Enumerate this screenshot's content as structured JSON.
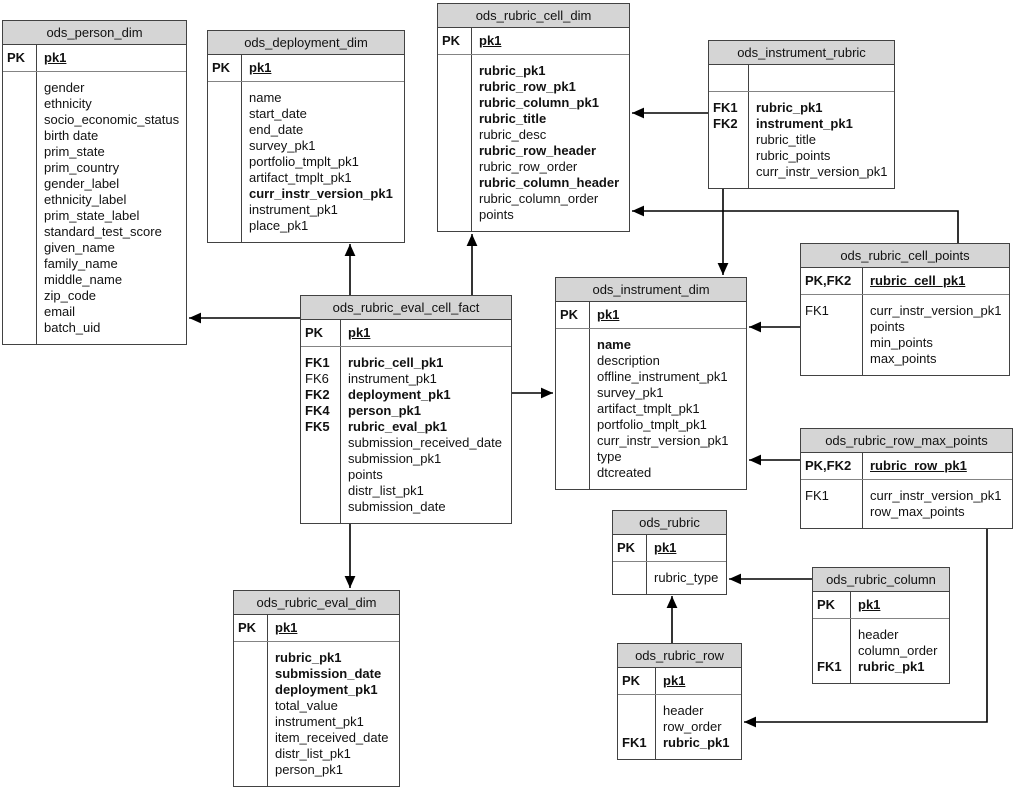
{
  "diagram": {
    "colors": {
      "background": "#ffffff",
      "header_fill": "#d5d5d5",
      "table_border": "#424242",
      "section_divider": "#848484",
      "connector": "#000000"
    },
    "tables": [
      {
        "id": "ods_person_dim",
        "title": "ods_person_dim",
        "pk_rows": [
          {
            "key": "PK",
            "field": "pk1"
          }
        ],
        "attr_rows": [
          {
            "key": "",
            "field": "gender"
          },
          {
            "key": "",
            "field": "ethnicity"
          },
          {
            "key": "",
            "field": "socio_economic_status"
          },
          {
            "key": "",
            "field": "birth date"
          },
          {
            "key": "",
            "field": "prim_state"
          },
          {
            "key": "",
            "field": "prim_country"
          },
          {
            "key": "",
            "field": "gender_label"
          },
          {
            "key": "",
            "field": "ethnicity_label"
          },
          {
            "key": "",
            "field": "prim_state_label"
          },
          {
            "key": "",
            "field": "standard_test_score"
          },
          {
            "key": "",
            "field": "given_name"
          },
          {
            "key": "",
            "field": "family_name"
          },
          {
            "key": "",
            "field": "middle_name"
          },
          {
            "key": "",
            "field": "zip_code"
          },
          {
            "key": "",
            "field": "email"
          },
          {
            "key": "",
            "field": "batch_uid"
          }
        ]
      },
      {
        "id": "ods_deployment_dim",
        "title": "ods_deployment_dim",
        "pk_rows": [
          {
            "key": "PK",
            "field": "pk1"
          }
        ],
        "attr_rows": [
          {
            "key": "",
            "field": "name"
          },
          {
            "key": "",
            "field": "start_date"
          },
          {
            "key": "",
            "field": "end_date"
          },
          {
            "key": "",
            "field": "survey_pk1"
          },
          {
            "key": "",
            "field": "portfolio_tmplt_pk1"
          },
          {
            "key": "",
            "field": "artifact_tmplt_pk1"
          },
          {
            "key": "",
            "field": "curr_instr_version_pk1",
            "bold": true
          },
          {
            "key": "",
            "field": "instrument_pk1"
          },
          {
            "key": "",
            "field": "place_pk1"
          }
        ]
      },
      {
        "id": "ods_rubric_cell_dim",
        "title": "ods_rubric_cell_dim",
        "pk_rows": [
          {
            "key": "PK",
            "field": "pk1"
          }
        ],
        "attr_rows": [
          {
            "key": "",
            "field": "rubric_pk1",
            "bold": true
          },
          {
            "key": "",
            "field": "rubric_row_pk1",
            "bold": true
          },
          {
            "key": "",
            "field": "rubric_column_pk1",
            "bold": true
          },
          {
            "key": "",
            "field": "rubric_title",
            "bold": true
          },
          {
            "key": "",
            "field": "rubric_desc"
          },
          {
            "key": "",
            "field": "rubric_row_header",
            "bold": true
          },
          {
            "key": "",
            "field": "rubric_row_order"
          },
          {
            "key": "",
            "field": "rubric_column_header",
            "bold": true
          },
          {
            "key": "",
            "field": "rubric_column_order"
          },
          {
            "key": "",
            "field": "points"
          }
        ]
      },
      {
        "id": "ods_instrument_rubric",
        "title": "ods_instrument_rubric",
        "pk_rows": [
          {
            "key": "",
            "field": ""
          }
        ],
        "attr_rows": [
          {
            "key": "FK1",
            "field": "rubric_pk1",
            "bold": true
          },
          {
            "key": "FK2",
            "field": "instrument_pk1",
            "bold": true
          },
          {
            "key": "",
            "field": "rubric_title"
          },
          {
            "key": "",
            "field": "rubric_points"
          },
          {
            "key": "",
            "field": "curr_instr_version_pk1"
          }
        ]
      },
      {
        "id": "ods_rubric_cell_points",
        "title": "ods_rubric_cell_points",
        "pk_rows": [
          {
            "key": "PK,FK2",
            "field": "rubric_cell_pk1"
          }
        ],
        "attr_rows": [
          {
            "key": "FK1",
            "field": "curr_instr_version_pk1"
          },
          {
            "key": "",
            "field": "points"
          },
          {
            "key": "",
            "field": "min_points"
          },
          {
            "key": "",
            "field": "max_points"
          }
        ]
      },
      {
        "id": "ods_instrument_dim",
        "title": "ods_instrument_dim",
        "pk_rows": [
          {
            "key": "PK",
            "field": "pk1"
          }
        ],
        "attr_rows": [
          {
            "key": "",
            "field": "name",
            "bold": true
          },
          {
            "key": "",
            "field": "description"
          },
          {
            "key": "",
            "field": "offline_instrument_pk1"
          },
          {
            "key": "",
            "field": "survey_pk1"
          },
          {
            "key": "",
            "field": "artifact_tmplt_pk1"
          },
          {
            "key": "",
            "field": "portfolio_tmplt_pk1"
          },
          {
            "key": "",
            "field": "curr_instr_version_pk1"
          },
          {
            "key": "",
            "field": "type"
          },
          {
            "key": "",
            "field": "dtcreated"
          }
        ]
      },
      {
        "id": "ods_rubric_row_max_points",
        "title": "ods_rubric_row_max_points",
        "pk_rows": [
          {
            "key": "PK,FK2",
            "field": "rubric_row_pk1"
          }
        ],
        "attr_rows": [
          {
            "key": "FK1",
            "field": "curr_instr_version_pk1"
          },
          {
            "key": "",
            "field": "row_max_points"
          }
        ]
      },
      {
        "id": "ods_rubric_eval_cell_fact",
        "title": "ods_rubric_eval_cell_fact",
        "pk_rows": [
          {
            "key": "PK",
            "field": "pk1"
          }
        ],
        "attr_rows": [
          {
            "key": "FK1",
            "field": "rubric_cell_pk1",
            "bold": true
          },
          {
            "key": "FK6",
            "field": "instrument_pk1"
          },
          {
            "key": "FK2",
            "field": "deployment_pk1",
            "bold": true
          },
          {
            "key": "FK4",
            "field": "person_pk1",
            "bold": true
          },
          {
            "key": "FK5",
            "field": "rubric_eval_pk1",
            "bold": true
          },
          {
            "key": "",
            "field": "submission_received_date"
          },
          {
            "key": "",
            "field": "submission_pk1"
          },
          {
            "key": "",
            "field": "points"
          },
          {
            "key": "",
            "field": "distr_list_pk1"
          },
          {
            "key": "",
            "field": "submission_date"
          }
        ]
      },
      {
        "id": "ods_rubric",
        "title": "ods_rubric",
        "pk_rows": [
          {
            "key": "PK",
            "field": "pk1"
          }
        ],
        "attr_rows": [
          {
            "key": "",
            "field": "rubric_type"
          }
        ]
      },
      {
        "id": "ods_rubric_column",
        "title": "ods_rubric_column",
        "pk_rows": [
          {
            "key": "PK",
            "field": "pk1"
          }
        ],
        "attr_rows": [
          {
            "key": "",
            "field": "header"
          },
          {
            "key": "",
            "field": "column_order"
          },
          {
            "key": "FK1",
            "field": "rubric_pk1",
            "bold": true
          }
        ]
      },
      {
        "id": "ods_rubric_row",
        "title": "ods_rubric_row",
        "pk_rows": [
          {
            "key": "PK",
            "field": "pk1"
          }
        ],
        "attr_rows": [
          {
            "key": "",
            "field": "header"
          },
          {
            "key": "",
            "field": "row_order"
          },
          {
            "key": "FK1",
            "field": "rubric_pk1",
            "bold": true
          }
        ]
      },
      {
        "id": "ods_rubric_eval_dim",
        "title": "ods_rubric_eval_dim",
        "pk_rows": [
          {
            "key": "PK",
            "field": "pk1"
          }
        ],
        "attr_rows": [
          {
            "key": "",
            "field": "rubric_pk1",
            "bold": true
          },
          {
            "key": "",
            "field": "submission_date",
            "bold": true
          },
          {
            "key": "",
            "field": "deployment_pk1",
            "bold": true
          },
          {
            "key": "",
            "field": "total_value"
          },
          {
            "key": "",
            "field": "instrument_pk1"
          },
          {
            "key": "",
            "field": "item_received_date"
          },
          {
            "key": "",
            "field": "distr_list_pk1"
          },
          {
            "key": "",
            "field": "person_pk1"
          }
        ]
      }
    ],
    "relations": [
      {
        "from": "ods_rubric_eval_cell_fact",
        "to": "ods_person_dim"
      },
      {
        "from": "ods_rubric_eval_cell_fact",
        "to": "ods_deployment_dim"
      },
      {
        "from": "ods_rubric_eval_cell_fact",
        "to": "ods_rubric_cell_dim"
      },
      {
        "from": "ods_rubric_eval_cell_fact",
        "to": "ods_instrument_dim"
      },
      {
        "from": "ods_rubric_eval_cell_fact",
        "to": "ods_rubric_eval_dim"
      },
      {
        "from": "ods_instrument_rubric",
        "to": "ods_rubric_cell_dim"
      },
      {
        "from": "ods_instrument_rubric",
        "to": "ods_instrument_dim"
      },
      {
        "from": "ods_rubric_cell_points",
        "to": "ods_rubric_cell_dim"
      },
      {
        "from": "ods_rubric_cell_points",
        "to": "ods_instrument_dim"
      },
      {
        "from": "ods_rubric_row_max_points",
        "to": "ods_instrument_dim"
      },
      {
        "from": "ods_rubric_row_max_points",
        "to": "ods_rubric_row"
      },
      {
        "from": "ods_rubric_column",
        "to": "ods_rubric"
      },
      {
        "from": "ods_rubric_row",
        "to": "ods_rubric"
      }
    ]
  }
}
